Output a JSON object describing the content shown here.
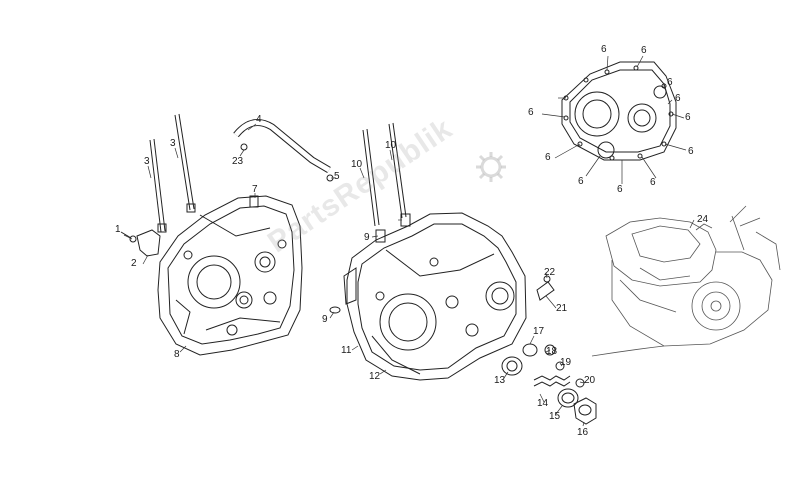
{
  "diagram": {
    "watermark_text": "PartsRepublik",
    "callouts": [
      {
        "id": "c1",
        "text": "1"
      },
      {
        "id": "c2",
        "text": "2"
      },
      {
        "id": "c3a",
        "text": "3"
      },
      {
        "id": "c3b",
        "text": "3"
      },
      {
        "id": "c4",
        "text": "4"
      },
      {
        "id": "c5",
        "text": "5"
      },
      {
        "id": "c7",
        "text": "7"
      },
      {
        "id": "c8",
        "text": "8"
      },
      {
        "id": "c9a",
        "text": "9"
      },
      {
        "id": "c9b",
        "text": "9"
      },
      {
        "id": "c10a",
        "text": "10"
      },
      {
        "id": "c10b",
        "text": "10"
      },
      {
        "id": "c11",
        "text": "11"
      },
      {
        "id": "c12",
        "text": "12"
      },
      {
        "id": "c13",
        "text": "13"
      },
      {
        "id": "c14",
        "text": "14"
      },
      {
        "id": "c15",
        "text": "15"
      },
      {
        "id": "c16",
        "text": "16"
      },
      {
        "id": "c17",
        "text": "17"
      },
      {
        "id": "c18",
        "text": "18"
      },
      {
        "id": "c19",
        "text": "19"
      },
      {
        "id": "c20",
        "text": "20"
      },
      {
        "id": "c21",
        "text": "21"
      },
      {
        "id": "c22",
        "text": "22"
      },
      {
        "id": "c23",
        "text": "23"
      },
      {
        "id": "c24",
        "text": "24"
      },
      {
        "id": "c6a",
        "text": "6"
      },
      {
        "id": "c6b",
        "text": "6"
      },
      {
        "id": "c6c",
        "text": "6"
      },
      {
        "id": "c6d",
        "text": "6"
      },
      {
        "id": "c6e",
        "text": "6"
      },
      {
        "id": "c6f",
        "text": "6"
      },
      {
        "id": "c6g",
        "text": "6"
      },
      {
        "id": "c6h",
        "text": "6"
      },
      {
        "id": "c6i",
        "text": "6"
      },
      {
        "id": "c6j",
        "text": "6"
      },
      {
        "id": "c6k",
        "text": "6"
      }
    ]
  }
}
